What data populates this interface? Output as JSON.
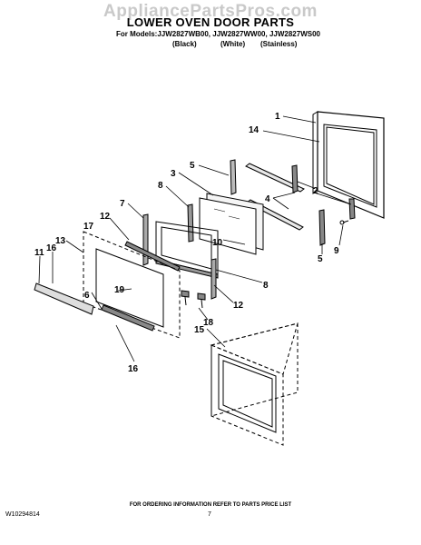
{
  "watermark": "AppliancePartsPros.com",
  "title": "LOWER OVEN DOOR PARTS",
  "models": "For Models:JJW2827WB00, JJW2827WW00, JJW2827WS00",
  "finishes": [
    "(Black)",
    "(White)",
    "(Stainless)"
  ],
  "callouts": {
    "c1": "1",
    "c14": "14",
    "c3": "3",
    "c5a": "5",
    "c8a": "8",
    "c2": "2",
    "c4": "4",
    "c7": "7",
    "c12a": "12",
    "c17": "17",
    "c10": "10",
    "c9": "9",
    "c5b": "5",
    "c13": "13",
    "c11": "11",
    "c16a": "16",
    "c6": "6",
    "c19": "19",
    "c8b": "8",
    "c12b": "12",
    "c18": "18",
    "c15": "15",
    "c16b": "16"
  },
  "footer_note": "FOR ORDERING INFORMATION REFER TO PARTS PRICE LIST",
  "doc_number": "W10294814",
  "page_number": "7"
}
